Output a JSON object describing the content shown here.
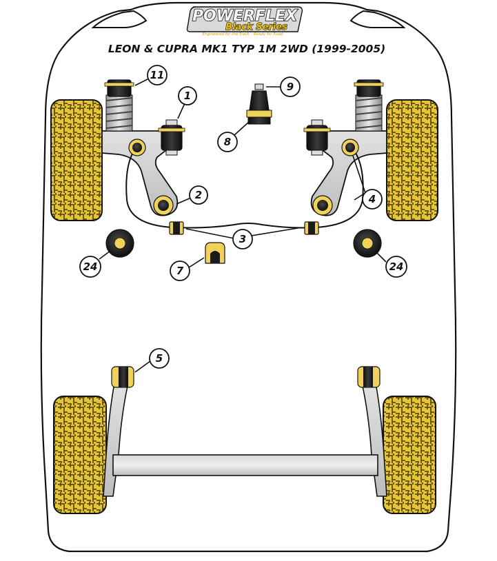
{
  "brand": {
    "name": "POWERFLEX",
    "series": "Black Series",
    "tagline": "Engineered for the Track – Ready for Road",
    "color_yellow": "#f2d24a",
    "color_black": "#1a1a1a"
  },
  "title": "LEON & CUPRA MK1 TYP 1M 2WD (1999-2005)",
  "colors": {
    "outline": "#111111",
    "arm_gray": "#cfcfcf",
    "tyre_yellow": "#e8c83a",
    "tyre_tread": "#6b5a1a",
    "bush_dark": "#1b1b1b",
    "bush_yellow": "#f0d25a"
  },
  "callouts": {
    "c1": "1",
    "c2": "2",
    "c3": "3",
    "c4": "4",
    "c5": "5",
    "c7": "7",
    "c8": "8",
    "c9": "9",
    "c11": "11",
    "c24_left": "24",
    "c24_right": "24"
  }
}
